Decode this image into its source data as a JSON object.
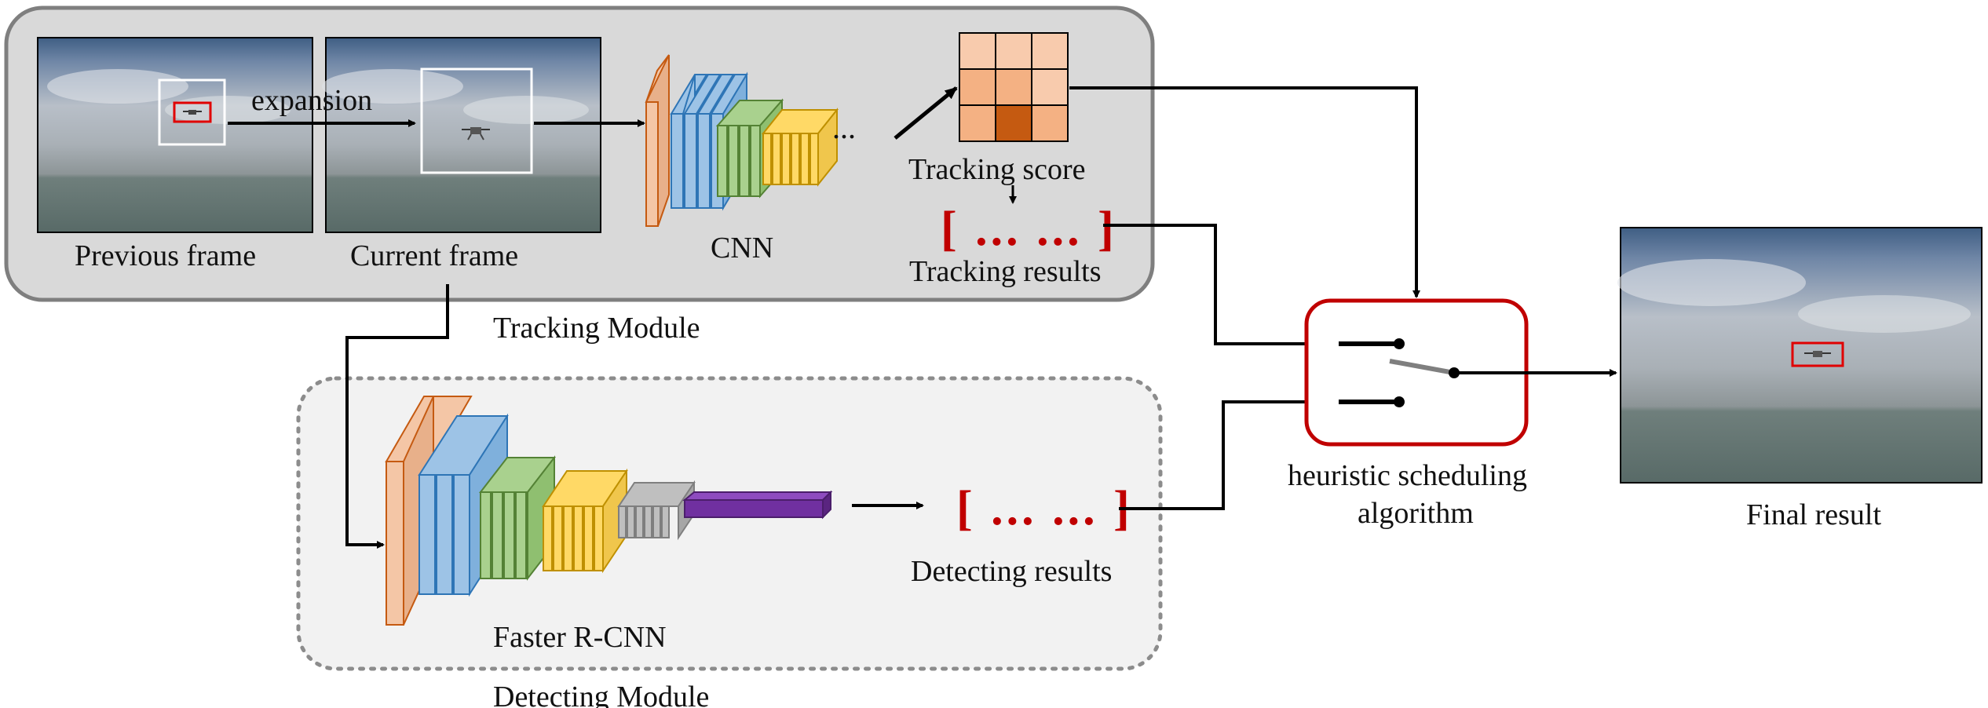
{
  "labels": {
    "previous_frame": "Previous frame",
    "current_frame": "Current frame",
    "expansion": "expansion",
    "cnn": "CNN",
    "ellipsis": "...",
    "tracking_score": "Tracking score",
    "tracking_results": "Tracking results",
    "tracking_module": "Tracking Module",
    "faster_rcnn": "Faster R-CNN",
    "detecting_results": "Detecting results",
    "detecting_module": "Detecting Module",
    "scheduling_line1": "heuristic scheduling",
    "scheduling_line2": "algorithm",
    "final_result": "Final result",
    "tracking_bracket": "[ ... ... ]",
    "detecting_bracket": "[ ... ... ]"
  },
  "colors": {
    "tracking_panel_fill": "#d9d9d9",
    "tracking_panel_stroke": "#7f7f7f",
    "detecting_panel_fill": "#f2f2f2",
    "detecting_panel_stroke": "#8c8c8c",
    "accent_red": "#c00000",
    "layer_orange": "#f4c6a6",
    "layer_blue": "#9dc3e6",
    "layer_green": "#a9d18e",
    "layer_yellow": "#ffd966",
    "layer_gray": "#bfbfbf",
    "layer_purple": "#7030a0",
    "score_light": "#f8cbad",
    "score_mid": "#f4b183",
    "score_dark": "#c55a11"
  },
  "tracking_score_grid": [
    [
      "light",
      "light",
      "light"
    ],
    [
      "mid",
      "mid",
      "light"
    ],
    [
      "mid",
      "dark",
      "mid"
    ]
  ]
}
